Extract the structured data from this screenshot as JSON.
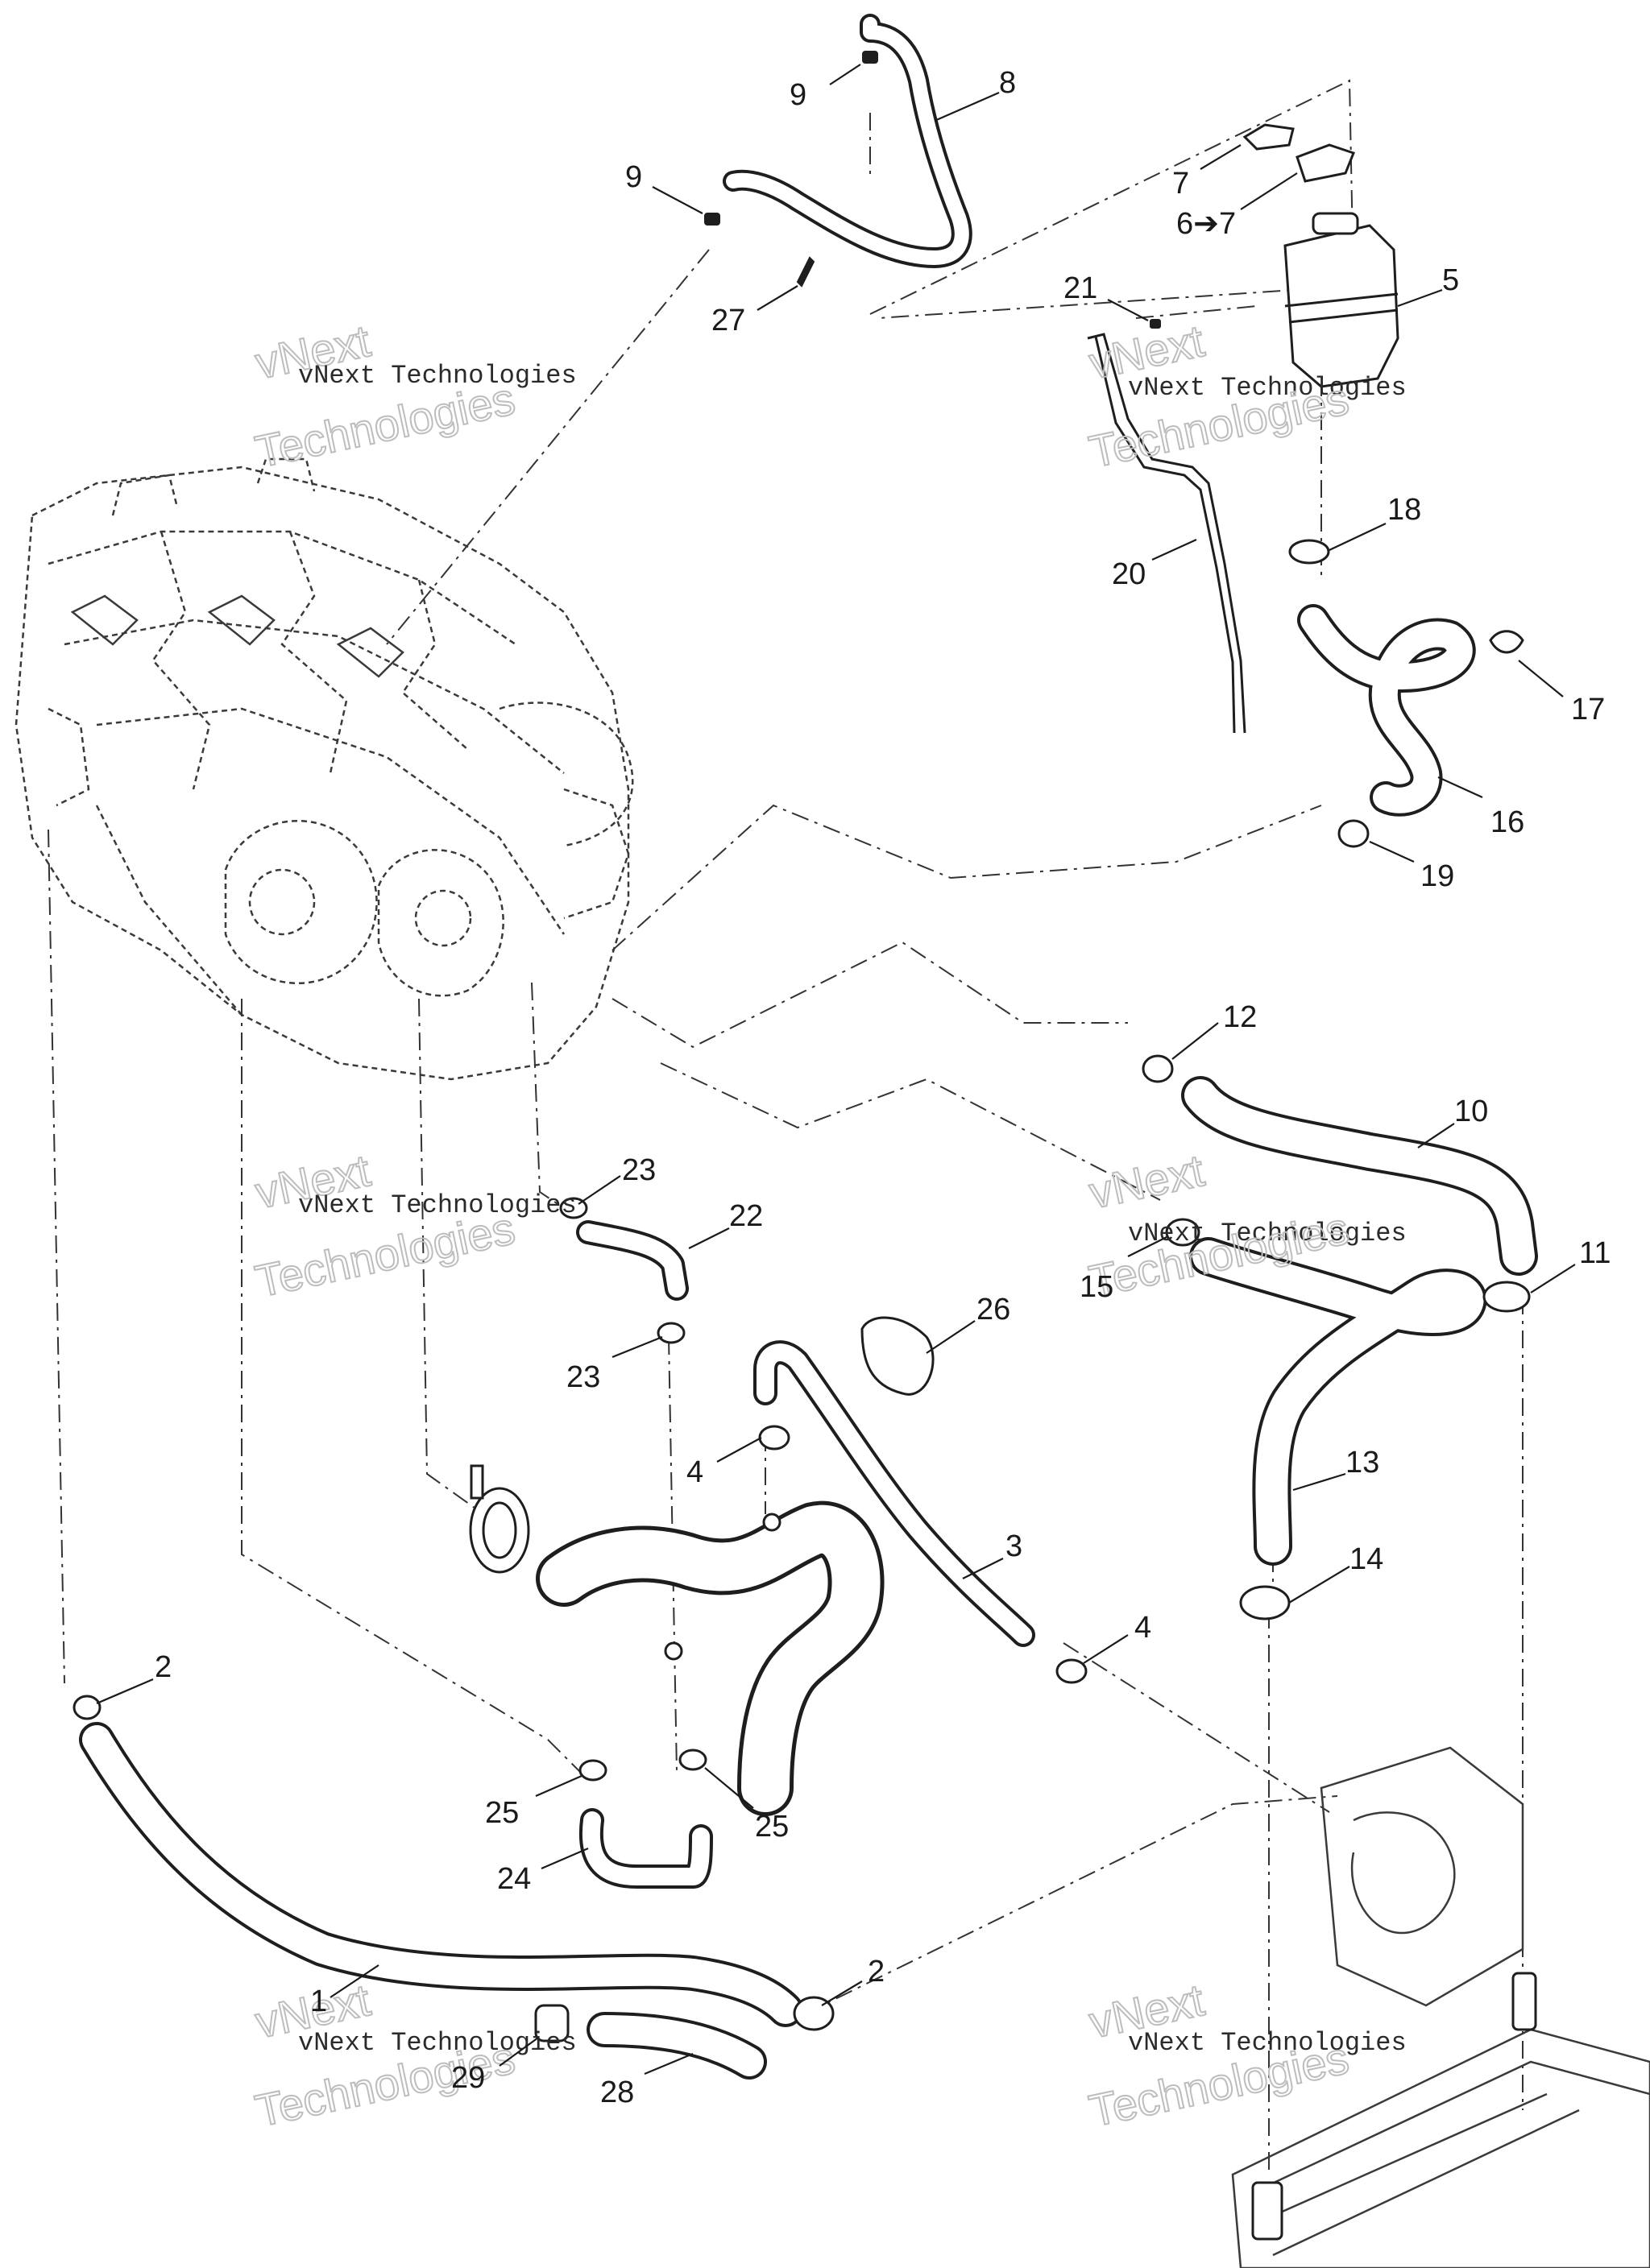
{
  "watermark": {
    "line1": "vNext",
    "line2": "vNext Technologies",
    "line3": "Technologies"
  },
  "callouts": {
    "c1": "1",
    "c2a": "2",
    "c2b": "2",
    "c3": "3",
    "c4a": "4",
    "c4b": "4",
    "c5": "5",
    "c6": "6➔7",
    "c7": "7",
    "c8": "8",
    "c9a": "9",
    "c9b": "9",
    "c10": "10",
    "c11": "11",
    "c12": "12",
    "c13": "13",
    "c14": "14",
    "c15": "15",
    "c16": "16",
    "c17": "17",
    "c18": "18",
    "c19": "19",
    "c20": "20",
    "c21": "21",
    "c22": "22",
    "c23a": "23",
    "c23b": "23",
    "c24": "24",
    "c25a": "25",
    "c25b": "25",
    "c26": "26",
    "c27": "27",
    "c28": "28",
    "c29": "29"
  }
}
